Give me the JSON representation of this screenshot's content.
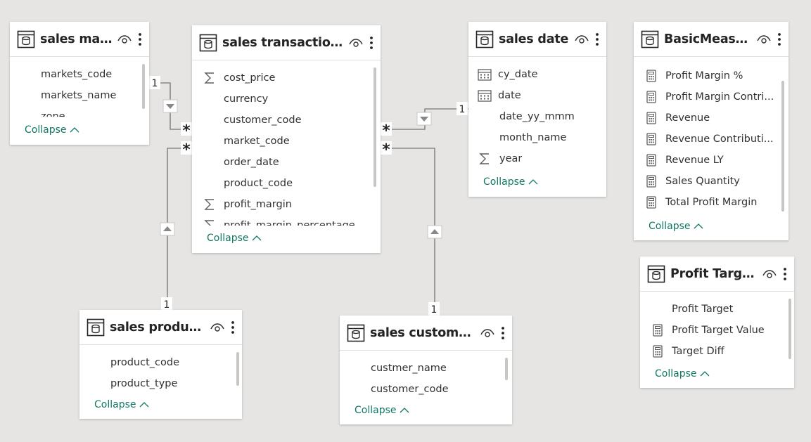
{
  "tables": [
    {
      "id": "sales-markets",
      "title": "sales mar...",
      "fields": [
        {
          "name": "markets_code",
          "icon": "none"
        },
        {
          "name": "markets_name",
          "icon": "none"
        },
        {
          "name": "zone",
          "icon": "none"
        }
      ],
      "collapse": "Collapse"
    },
    {
      "id": "sales-transactions",
      "title": "sales transactions",
      "fields": [
        {
          "name": "cost_price",
          "icon": "sigma"
        },
        {
          "name": "currency",
          "icon": "none"
        },
        {
          "name": "customer_code",
          "icon": "none"
        },
        {
          "name": "market_code",
          "icon": "none"
        },
        {
          "name": "order_date",
          "icon": "none"
        },
        {
          "name": "product_code",
          "icon": "none"
        },
        {
          "name": "profit_margin",
          "icon": "sigma"
        },
        {
          "name": "profit_margin_percentage",
          "icon": "sigma"
        }
      ],
      "collapse": "Collapse"
    },
    {
      "id": "sales-date",
      "title": "sales date",
      "fields": [
        {
          "name": "cy_date",
          "icon": "calendar"
        },
        {
          "name": "date",
          "icon": "calendar"
        },
        {
          "name": "date_yy_mmm",
          "icon": "none"
        },
        {
          "name": "month_name",
          "icon": "none"
        },
        {
          "name": "year",
          "icon": "sigma"
        }
      ],
      "collapse": "Collapse"
    },
    {
      "id": "basic-measures",
      "title": "BasicMeasur...",
      "fields": [
        {
          "name": "Profit Margin %",
          "icon": "calculator"
        },
        {
          "name": "Profit Margin Contri...",
          "icon": "calculator"
        },
        {
          "name": "Revenue",
          "icon": "calculator"
        },
        {
          "name": "Revenue Contributi...",
          "icon": "calculator"
        },
        {
          "name": "Revenue LY",
          "icon": "calculator"
        },
        {
          "name": "Sales Quantity",
          "icon": "calculator"
        },
        {
          "name": "Total Profit Margin",
          "icon": "calculator"
        }
      ],
      "collapse": "Collapse"
    },
    {
      "id": "profit-target2",
      "title": "Profit Target2",
      "fields": [
        {
          "name": "Profit Target",
          "icon": "none"
        },
        {
          "name": "Profit Target Value",
          "icon": "calculator"
        },
        {
          "name": "Target Diff",
          "icon": "calculator"
        }
      ],
      "collapse": "Collapse"
    },
    {
      "id": "sales-products",
      "title": "sales products",
      "fields": [
        {
          "name": "product_code",
          "icon": "none"
        },
        {
          "name": "product_type",
          "icon": "none"
        }
      ],
      "collapse": "Collapse"
    },
    {
      "id": "sales-customers",
      "title": "sales customers",
      "fields": [
        {
          "name": "custmer_name",
          "icon": "none"
        },
        {
          "name": "customer_code",
          "icon": "none"
        }
      ],
      "collapse": "Collapse"
    }
  ],
  "relationships": [
    {
      "from": "sales-markets",
      "to": "sales-transactions",
      "from_cardinality": "1",
      "to_cardinality": "*",
      "filter_arrow": "down"
    },
    {
      "from": "sales-date",
      "to": "sales-transactions",
      "from_cardinality": "1",
      "to_cardinality": "*",
      "filter_arrow": "down"
    },
    {
      "from": "sales-products",
      "to": "sales-transactions",
      "from_cardinality": "1",
      "to_cardinality": "*",
      "filter_arrow": "up"
    },
    {
      "from": "sales-customers",
      "to": "sales-transactions",
      "from_cardinality": "1",
      "to_cardinality": "*",
      "filter_arrow": "up"
    }
  ],
  "colors": {
    "canvas": "#e6e5e3",
    "card": "#ffffff",
    "link": "#117865",
    "line": "#8a8886"
  }
}
